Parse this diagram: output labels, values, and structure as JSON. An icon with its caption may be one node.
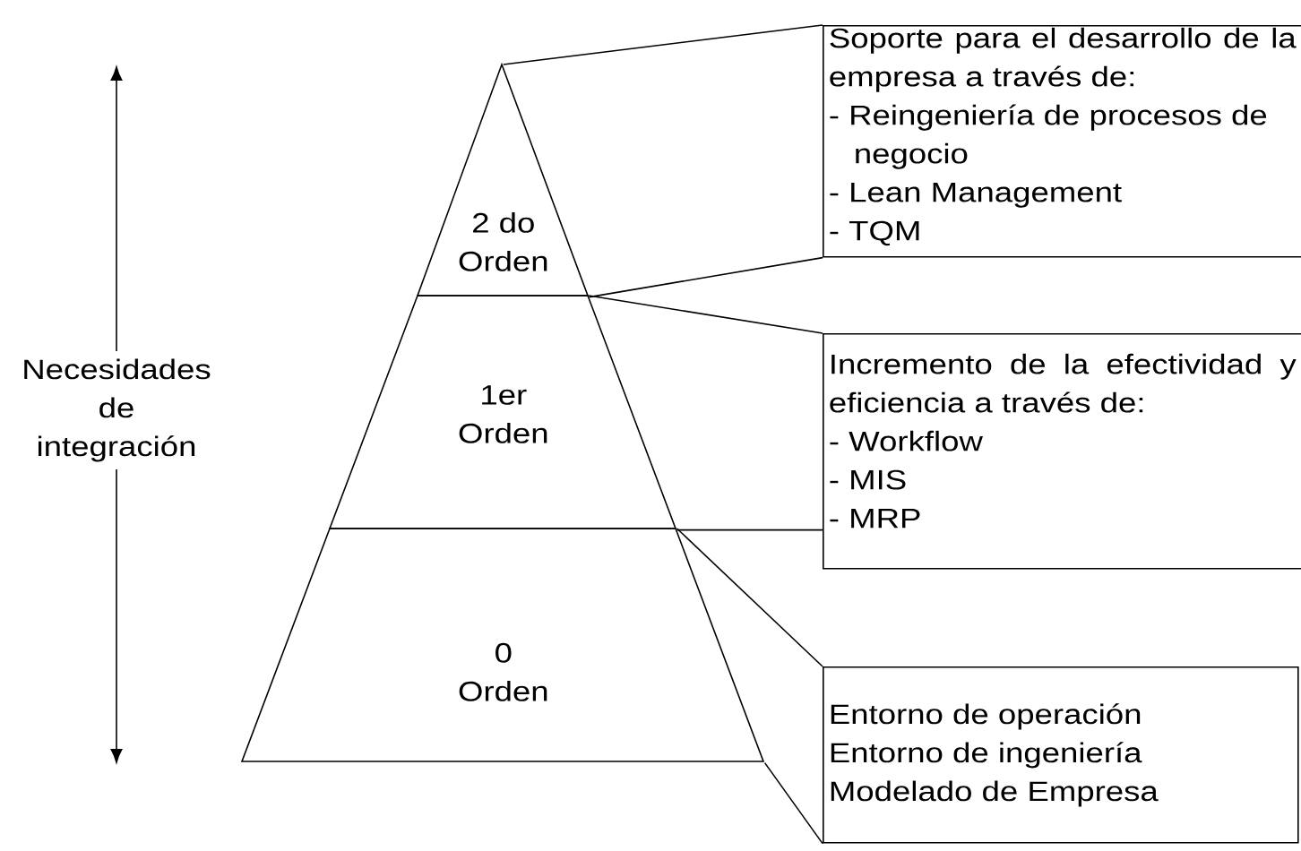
{
  "diagram": {
    "nodes": [
      {
        "text": [
          "2 do Orden"
        ]
      },
      {
        "text": [
          "1er Orden"
        ]
      },
      {
        "text": [
          "0 Orden"
        ]
      },
      {
        "text": [
          "Soporte para el desarrollo de la empresa a través de:",
          "- Reingeniería de procesos de negocio",
          "- Lean Management",
          "- TQM"
        ]
      },
      {
        "text": [
          "Incremento de la efectividad y eficiencia a través de:",
          "- Workflow",
          "- MIS",
          "- MRP"
        ]
      },
      {
        "text": [
          "Entorno de operación",
          "Entorno de ingeniería",
          "Modelado de Empresa"
        ]
      }
    ],
    "edges": [
      {
        "from": 0,
        "to": 3,
        "arrow": "none"
      },
      {
        "from": 0,
        "to": 3,
        "arrow": "none"
      },
      {
        "from": 1,
        "to": 4,
        "arrow": "none"
      },
      {
        "from": 1,
        "to": 4,
        "arrow": "none"
      },
      {
        "from": 2,
        "to": 5,
        "arrow": "none"
      },
      {
        "from": 2,
        "to": 5,
        "arrow": "none"
      }
    ],
    "labels": [
      "Necesidades de integración"
    ]
  }
}
